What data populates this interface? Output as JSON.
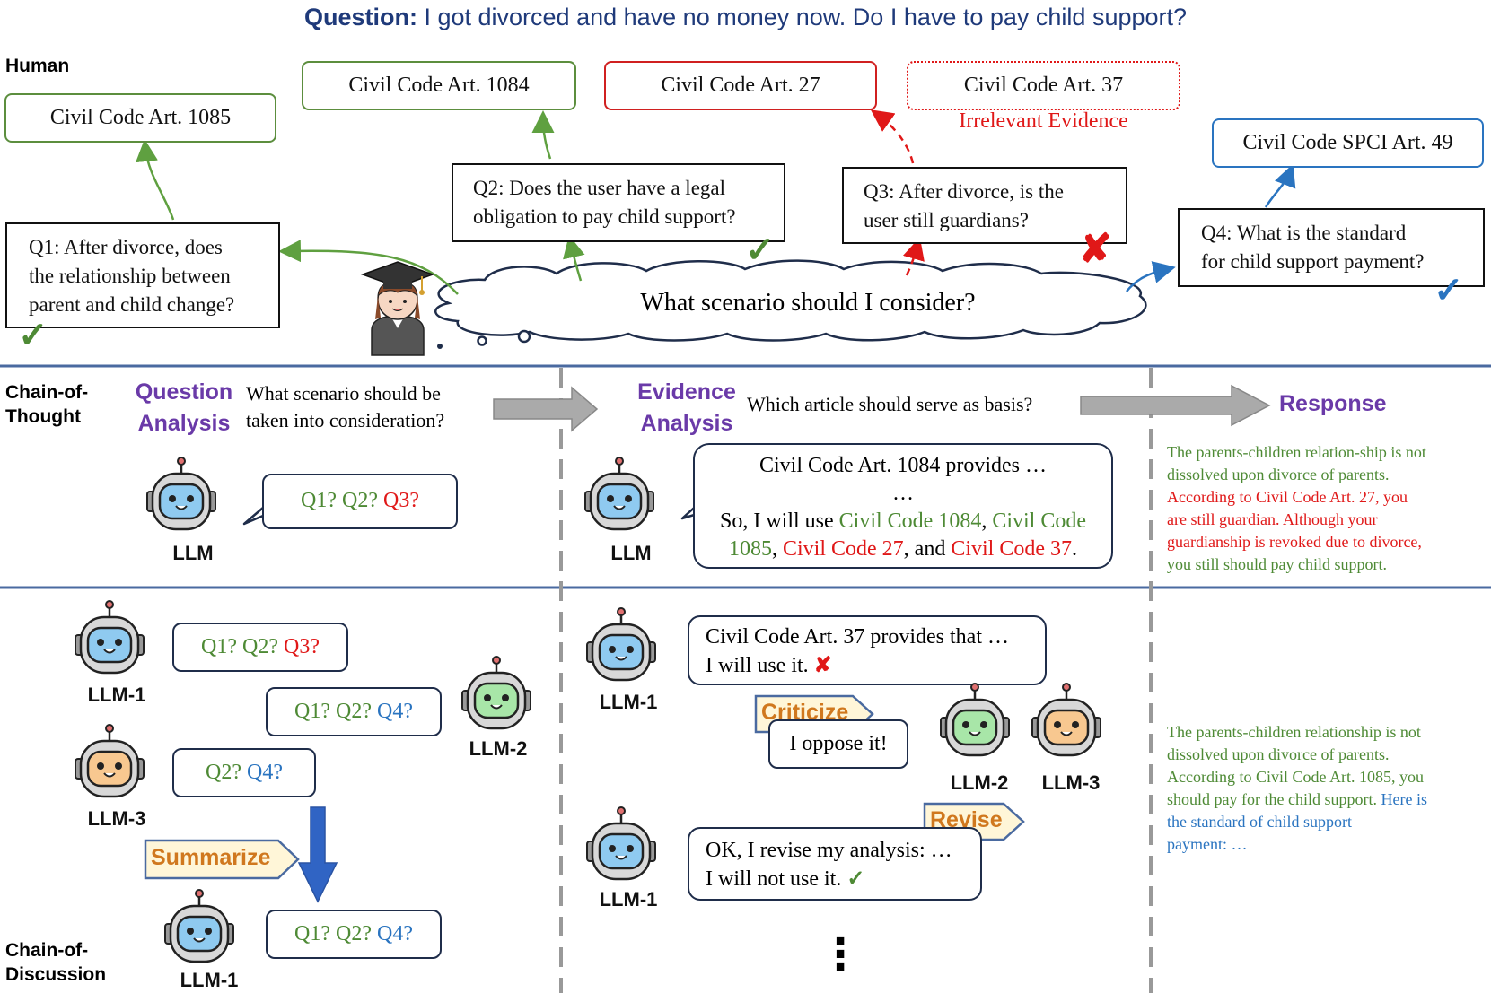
{
  "header": {
    "question_label": "Question:",
    "question_text": "I got divorced and have no money now. Do I have to pay child support?"
  },
  "human_section": {
    "human_label": "Human",
    "thought": "What scenario should I consider?",
    "articles": {
      "art1085": "Civil Code Art. 1085",
      "art1084": "Civil Code Art. 1084",
      "art27": "Civil Code Art. 27",
      "art37": "Civil Code Art. 37",
      "art37_note": "Irrelevant Evidence",
      "spci49": "Civil Code SPCI Art. 49"
    },
    "questions": {
      "q1_line1": "Q1: After divorce, does",
      "q1_line2": "the relationship between",
      "q1_line3": "parent and child change?",
      "q2_line1": "Q2: Does the user have a legal",
      "q2_line2": "obligation to pay child support?",
      "q3_line1": "Q3: After divorce, is the",
      "q3_line2": "user still guardians?",
      "q4_line1": "Q4: What is the standard",
      "q4_line2": "for child support payment?"
    }
  },
  "cot_section": {
    "label_line1": "Chain-of-",
    "label_line2": "Thought",
    "qa_label_line1": "Question",
    "qa_label_line2": "Analysis",
    "qa_prompt_line1": "What scenario should be",
    "qa_prompt_line2": "taken into consideration?",
    "ea_label_line1": "Evidence",
    "ea_label_line2": "Analysis",
    "ea_prompt": "Which article should serve as basis?",
    "response_label": "Response",
    "llm_label": "LLM",
    "llm_q_bubble": {
      "q1": "Q1?",
      "q2": "Q2?",
      "q3": "Q3?"
    },
    "evidence_bubble": {
      "line1": "Civil Code Art. 1084 provides …",
      "line2": "…",
      "line3_a": "So, I will use ",
      "line3_b": "Civil Code 1084",
      "line3_c": ", ",
      "line3_d": "Civil Code",
      "line4_a": "1085",
      "line4_b": ", ",
      "line4_c": "Civil Code 27",
      "line4_d": ", and ",
      "line4_e": "Civil Code 37",
      "line4_f": "."
    },
    "response": {
      "l1": "The parents-children relation-ship is not",
      "l2": "dissolved upon divorce of parents.",
      "l3": "According to Civil Code Art. 27, you",
      "l4": "are still guardian. Although your",
      "l5": "guardianship is revoked due to divorce,",
      "l6": "you still should pay child support."
    }
  },
  "cod_section": {
    "label_line1": "Chain-of-",
    "label_line2": "Discussion",
    "llm1": "LLM-1",
    "llm2": "LLM-2",
    "llm3": "LLM-3",
    "b1": {
      "q1": "Q1?",
      "q2": "Q2?",
      "q3": "Q3?"
    },
    "b2": {
      "q1": "Q1?",
      "q2": "Q2?",
      "q4": "Q4?"
    },
    "b3": {
      "q2": "Q2?",
      "q4": "Q4?"
    },
    "b4": {
      "q1": "Q1?",
      "q2": "Q2?",
      "q4": "Q4?"
    },
    "summarize": "Summarize",
    "criticize": "Criticize",
    "revise": "Revise",
    "e1_line1": "Civil Code Art. 37 provides that …",
    "e1_line2": "I will use it.",
    "e1_mark": "✘",
    "oppose": "I oppose it!",
    "e2_line1": "OK, I revise my analysis: …",
    "e2_line2": "I will not use it.",
    "e2_mark": "✓",
    "ellipsis": "⋮",
    "response": {
      "l1": "The parents-children relationship is not",
      "l2": "dissolved upon divorce of parents.",
      "l3": "According to Civil Code Art. 1085, you",
      "l4a": "should pay for the child support. ",
      "l4b": "Here is",
      "l5": "the standard of child support",
      "l6": "payment: …"
    }
  },
  "colors": {
    "green": "#4e8a35",
    "red": "#e01818",
    "blue": "#2a74c0",
    "navy": "#1f3a7a",
    "purple": "#6a3aa8",
    "orange": "#d0781e"
  }
}
